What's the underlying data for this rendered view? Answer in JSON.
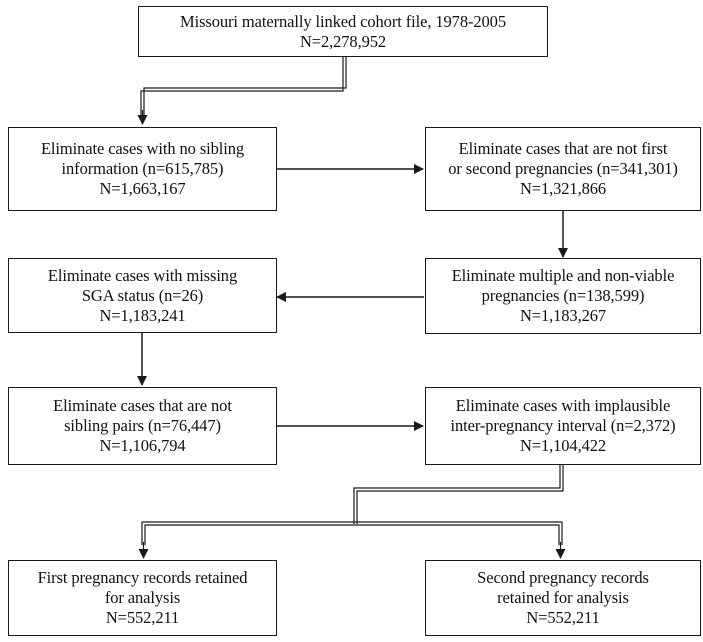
{
  "boxes": {
    "source": {
      "lines": [
        "Missouri maternally linked cohort file, 1978-2005",
        "N=2,278,952"
      ]
    },
    "no_sibling": {
      "lines": [
        "Eliminate cases with no sibling",
        "information (n=615,785)",
        "N=1,663,167"
      ]
    },
    "not_first_second": {
      "lines": [
        "Eliminate cases that are not first",
        "or second pregnancies (n=341,301)",
        "N=1,321,866"
      ]
    },
    "multiple_nonviable": {
      "lines": [
        "Eliminate multiple and non-viable",
        "pregnancies (n=138,599)",
        "N=1,183,267"
      ]
    },
    "missing_sga": {
      "lines": [
        "Eliminate cases with missing",
        "SGA status (n=26)",
        "N=1,183,241"
      ]
    },
    "not_sibling_pairs": {
      "lines": [
        "Eliminate cases that are not",
        "sibling pairs (n=76,447)",
        "N=1,106,794"
      ]
    },
    "implausible_interval": {
      "lines": [
        "Eliminate cases with implausible",
        "inter-pregnancy interval (n=2,372)",
        "N=1,104,422"
      ]
    },
    "first_retained": {
      "lines": [
        "First pregnancy records retained",
        "for analysis",
        "N=552,211"
      ]
    },
    "second_retained": {
      "lines": [
        "Second pregnancy records",
        "retained for analysis",
        "N=552,211"
      ]
    }
  },
  "colors": {
    "line": "#1a1a1a",
    "background": "#ffffff"
  }
}
